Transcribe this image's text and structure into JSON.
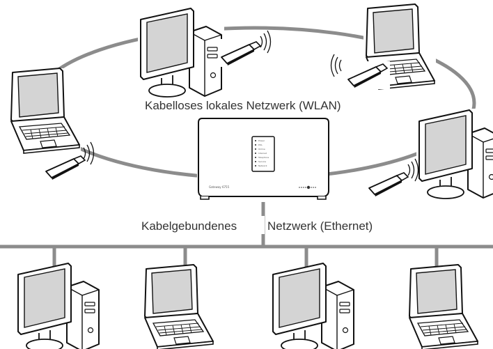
{
  "labels": {
    "wlan": "Kabelloses lokales Netzwerk (WLAN)",
    "ethernet_left": "Kabelgebundenes",
    "ethernet_right": "Netzwerk (Ethernet)"
  },
  "router": {
    "model": "Gateway 6755",
    "leds": [
      "Power",
      "DSL",
      "Online",
      "Internet",
      "Telephone",
      "Service",
      "Network"
    ]
  },
  "colors": {
    "line": "#8c8c8c",
    "outline": "#111111",
    "screen": "#d4d4d4",
    "fill": "#ffffff"
  }
}
